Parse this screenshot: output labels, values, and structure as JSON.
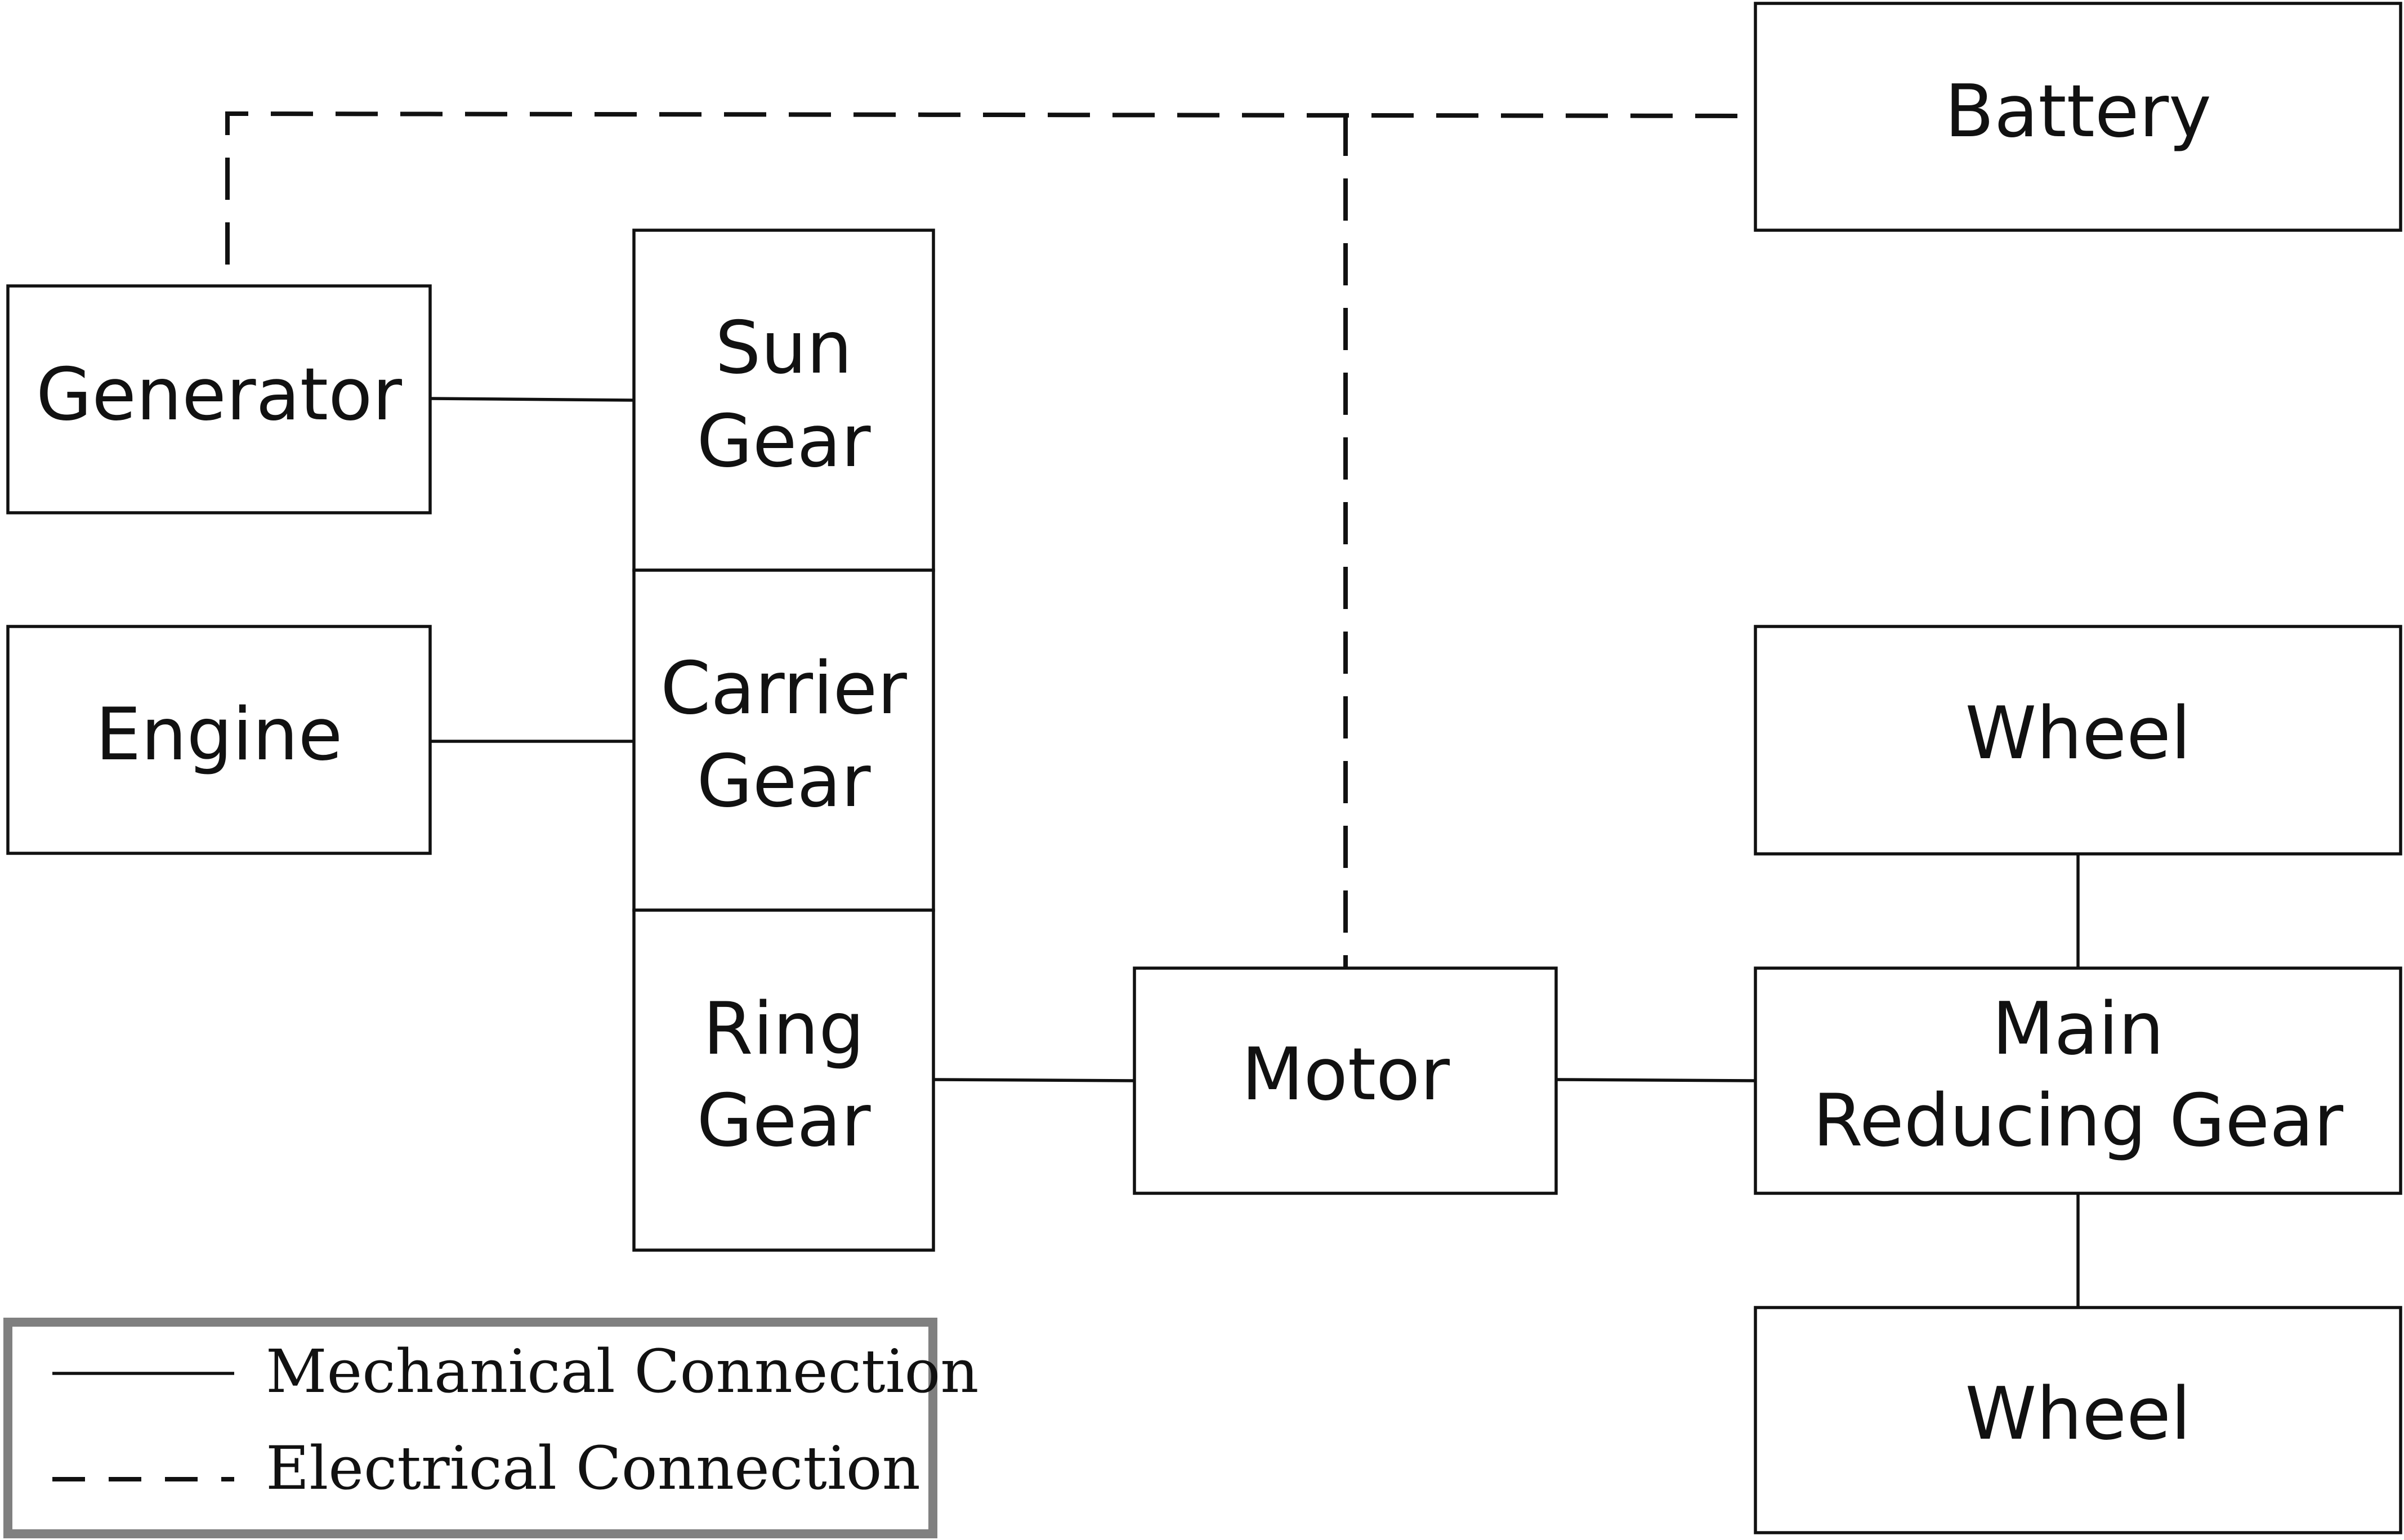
{
  "diagram": {
    "nodes": {
      "battery": {
        "label": "Battery"
      },
      "generator": {
        "label": "Generator"
      },
      "engine": {
        "label": "Engine"
      },
      "sun_gear": {
        "line1": "Sun",
        "line2": "Gear"
      },
      "carrier_gear": {
        "line1": "Carrier",
        "line2": "Gear"
      },
      "ring_gear": {
        "line1": "Ring",
        "line2": "Gear"
      },
      "motor": {
        "label": "Motor"
      },
      "wheel_top": {
        "label": "Wheel"
      },
      "main_reducing_gear": {
        "line1": "Main",
        "line2": "Reducing Gear"
      },
      "wheel_bottom": {
        "label": "Wheel"
      }
    },
    "connections": {
      "mechanical": [
        [
          "generator",
          "sun_gear"
        ],
        [
          "engine",
          "carrier_gear"
        ],
        [
          "ring_gear",
          "motor"
        ],
        [
          "motor",
          "main_reducing_gear"
        ],
        [
          "wheel_top",
          "main_reducing_gear"
        ],
        [
          "main_reducing_gear",
          "wheel_bottom"
        ]
      ],
      "electrical": [
        [
          "generator",
          "battery"
        ],
        [
          "motor",
          "battery"
        ]
      ]
    },
    "legend": {
      "mechanical": "Mechanical Connection",
      "electrical": "Electrical Connection"
    }
  }
}
